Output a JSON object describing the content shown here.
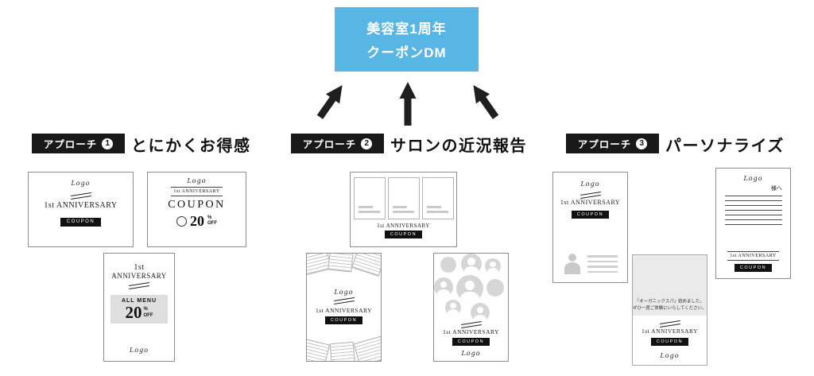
{
  "colors": {
    "accent_blue": "#57b6e4",
    "badge_black": "#191919"
  },
  "title_box": {
    "line1": "美容室1周年",
    "line2": "クーポンDM"
  },
  "approaches": [
    {
      "badge_text": "アプローチ",
      "badge_num": "1",
      "label": "とにかくお得感"
    },
    {
      "badge_text": "アプローチ",
      "badge_num": "2",
      "label": "サロンの近況報告"
    },
    {
      "badge_text": "アプローチ",
      "badge_num": "3",
      "label": "パーソナライズ"
    }
  ],
  "common": {
    "logo": "Logo",
    "anniversary": "1st ANNIVERSARY",
    "anniversary_1": "1st",
    "anniversary_2": "ANNIVERSARY",
    "coupon": "COUPON"
  },
  "approach1_cards": {
    "coupon_headline": "COUPON",
    "discount_number": "20",
    "discount_percent": "%",
    "discount_off": "OFF",
    "all_menu": "ALL MENU"
  },
  "approach3_cards": {
    "addressee": "様へ",
    "message_line1": "「オーガニックスパ」始めました。",
    "message_line2": "ぜひ一度ご体験にいらしてください。"
  }
}
